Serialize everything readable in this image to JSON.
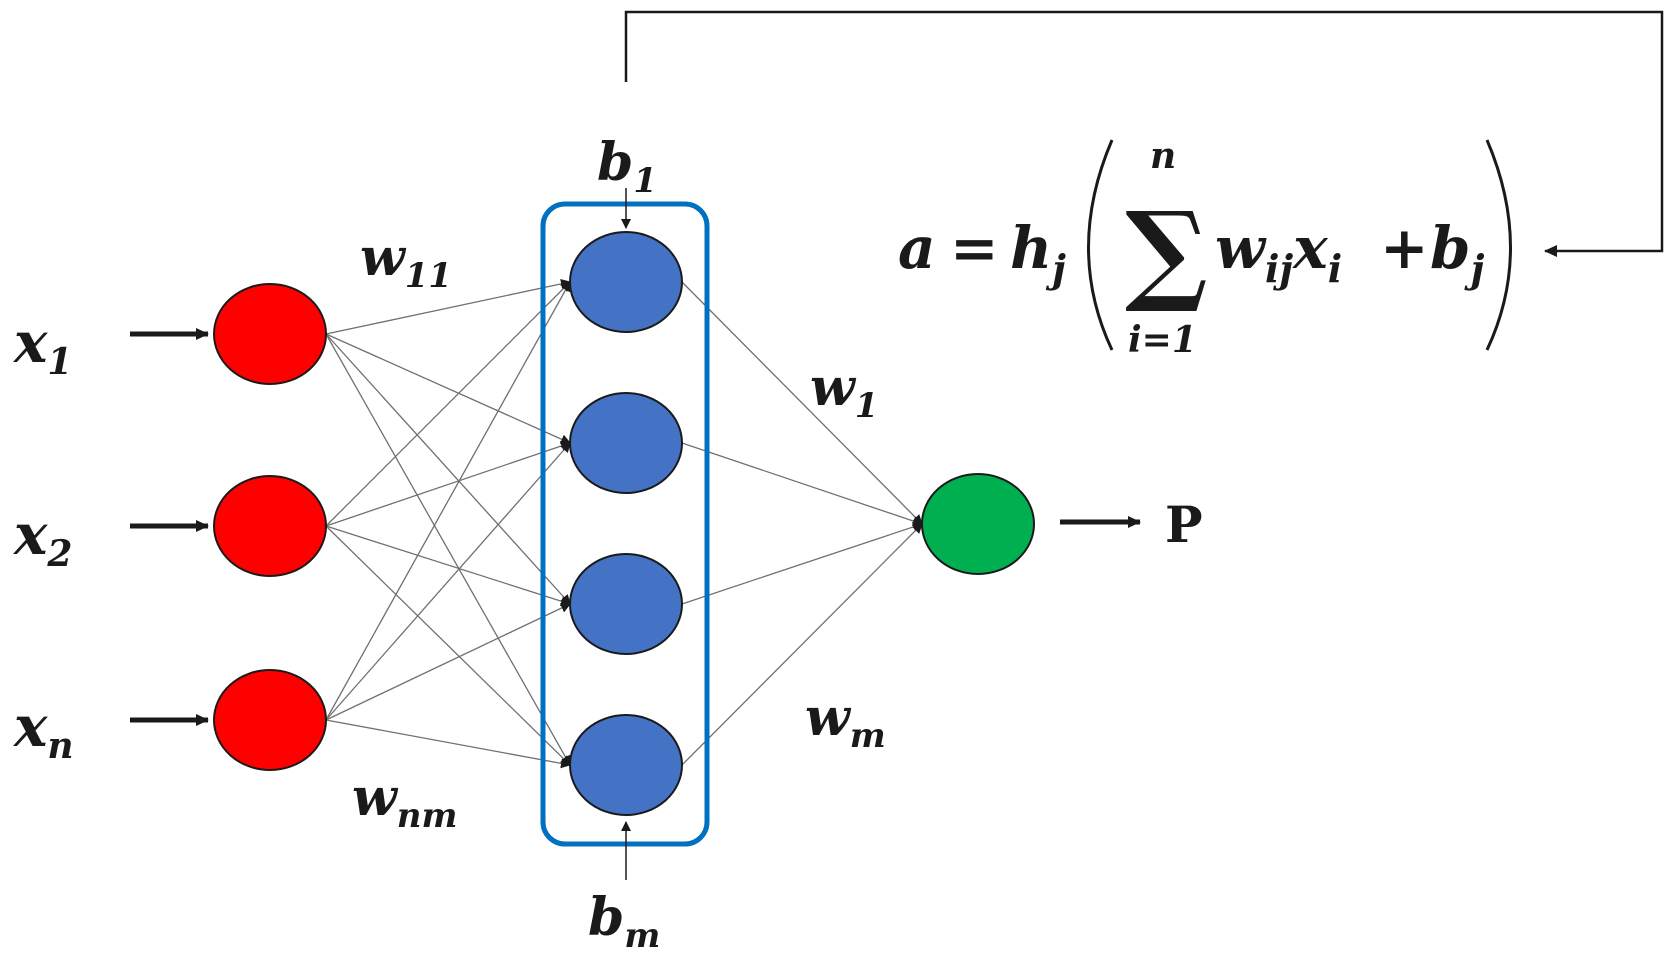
{
  "diagram": {
    "input_nodes": [
      {
        "var": "x",
        "sub": "1"
      },
      {
        "var": "x",
        "sub": "2"
      },
      {
        "var": "x",
        "sub": "n"
      }
    ],
    "hidden_node_count": 4,
    "output_label": "P",
    "weights": {
      "input_first": {
        "var": "w",
        "sub": "11"
      },
      "input_last": {
        "var": "w",
        "sub": "nm"
      },
      "output_first": {
        "var": "w",
        "sub": "1"
      },
      "output_last": {
        "var": "w",
        "sub": "m"
      }
    },
    "biases": {
      "first": {
        "var": "b",
        "sub": "1"
      },
      "last": {
        "var": "b",
        "sub": "m"
      }
    },
    "equation": {
      "lhs": "a",
      "equals": "=",
      "func": "h",
      "func_sub": "j",
      "sigma_top": "n",
      "sigma_bottom": "i=1",
      "w": "w",
      "w_sub": "ij",
      "x": "x",
      "x_sub": "i",
      "plus": "+",
      "b": "b",
      "b_sub": "j"
    },
    "colors": {
      "input": "#ff0000",
      "hidden": "#4472c4",
      "output": "#00b050",
      "box": "#0070c0"
    }
  }
}
